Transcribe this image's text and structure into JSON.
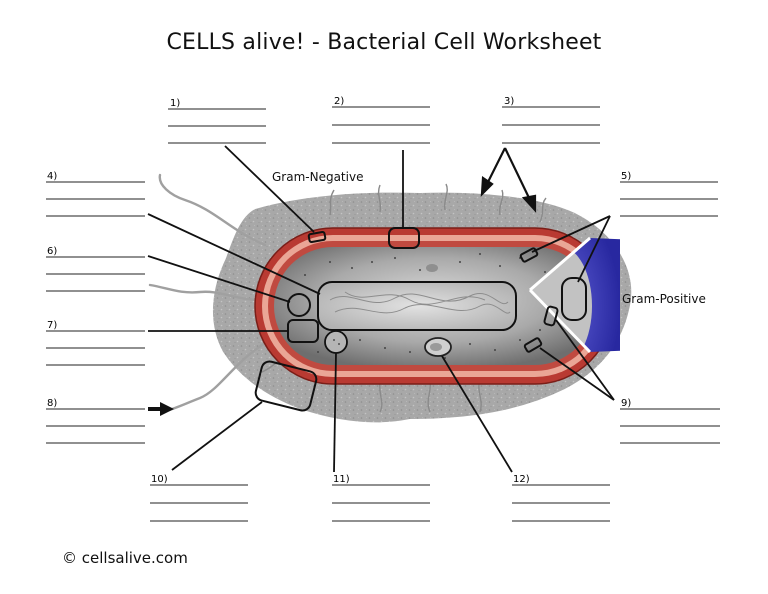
{
  "title": "CELLS alive! - Bacterial Cell Worksheet",
  "gram_negative_label": "Gram-Negative",
  "gram_positive_label": "Gram-Positive",
  "copyright": "© cellsalive.com",
  "labels": [
    {
      "num": "1)"
    },
    {
      "num": "2)"
    },
    {
      "num": "3)"
    },
    {
      "num": "4)"
    },
    {
      "num": "5)"
    },
    {
      "num": "6)"
    },
    {
      "num": "7)"
    },
    {
      "num": "8)"
    },
    {
      "num": "9)"
    },
    {
      "num": "10)"
    },
    {
      "num": "11)"
    },
    {
      "num": "12)"
    }
  ],
  "colors": {
    "capsule": "#a9a9a9",
    "outer_membrane": "#b8332c",
    "wall": "#e8a090",
    "cytoplasm": "#8c8c8c",
    "gram_positive_wall": "#4848c8"
  }
}
